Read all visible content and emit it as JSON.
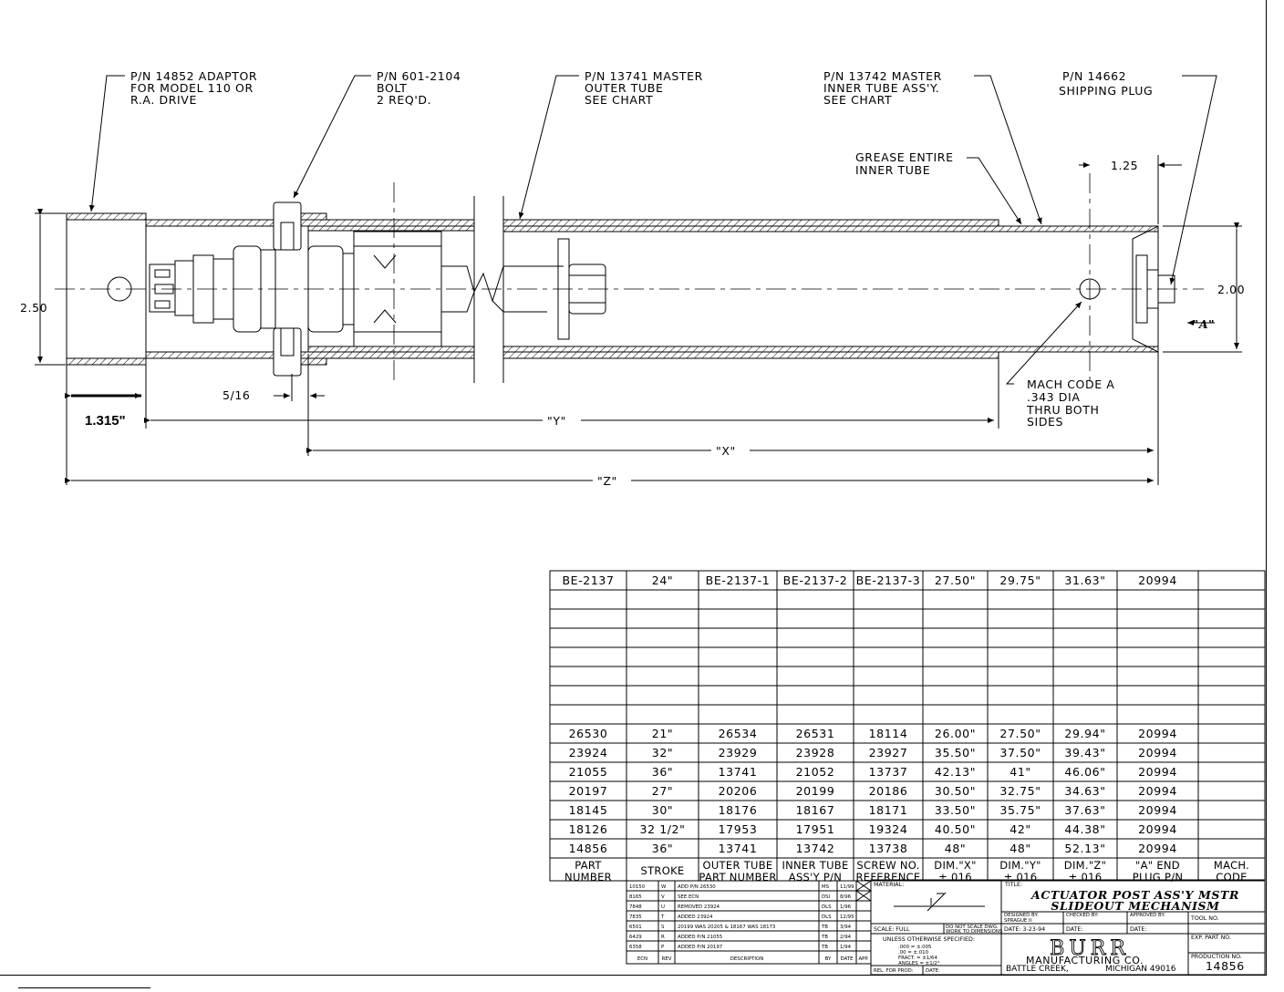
{
  "callouts": {
    "adaptor": [
      "P/N 14852 ADAPTOR",
      "FOR MODEL 110 OR",
      "R.A. DRIVE"
    ],
    "bolt": [
      "P/N 601-2104",
      "BOLT",
      "2 REQ'D."
    ],
    "outer": [
      "P/N 13741 MASTER",
      "OUTER TUBE",
      "SEE CHART"
    ],
    "inner": [
      "P/N 13742 MASTER",
      "INNER TUBE ASS'Y.",
      "SEE CHART"
    ],
    "plug": [
      "P/N 14662",
      "SHIPPING PLUG"
    ],
    "grease": [
      "GREASE ENTIRE",
      "INNER TUBE"
    ],
    "mach": [
      "MACH CODE A",
      ".343 DIA",
      "THRU BOTH",
      "SIDES"
    ]
  },
  "dims": {
    "d250": "2.50",
    "d200": "2.00",
    "d125": "1.25",
    "d516": "5/16",
    "d1315": "1.315\"",
    "y": "\"Y\"",
    "x": "\"X\"",
    "z": "\"Z\"",
    "a": "\"A\""
  },
  "table": {
    "rows": [
      [
        "BE-2137",
        "24\"",
        "BE-2137-1",
        "BE-2137-2",
        "BE-2137-3",
        "27.50\"",
        "29.75\"",
        "31.63\"",
        "20994",
        ""
      ],
      [
        "",
        "",
        "",
        "",
        "",
        "",
        "",
        "",
        "",
        ""
      ],
      [
        "",
        "",
        "",
        "",
        "",
        "",
        "",
        "",
        "",
        ""
      ],
      [
        "",
        "",
        "",
        "",
        "",
        "",
        "",
        "",
        "",
        ""
      ],
      [
        "",
        "",
        "",
        "",
        "",
        "",
        "",
        "",
        "",
        ""
      ],
      [
        "",
        "",
        "",
        "",
        "",
        "",
        "",
        "",
        "",
        ""
      ],
      [
        "",
        "",
        "",
        "",
        "",
        "",
        "",
        "",
        "",
        ""
      ],
      [
        "",
        "",
        "",
        "",
        "",
        "",
        "",
        "",
        "",
        ""
      ],
      [
        "26530",
        "21\"",
        "26534",
        "26531",
        "18114",
        "26.00\"",
        "27.50\"",
        "29.94\"",
        "20994",
        ""
      ],
      [
        "23924",
        "32\"",
        "23929",
        "23928",
        "23927",
        "35.50\"",
        "37.50\"",
        "39.43\"",
        "20994",
        ""
      ],
      [
        "21055",
        "36\"",
        "13741",
        "21052",
        "13737",
        "42.13\"",
        "41\"",
        "46.06\"",
        "20994",
        ""
      ],
      [
        "20197",
        "27\"",
        "20206",
        "20199",
        "20186",
        "30.50\"",
        "32.75\"",
        "34.63\"",
        "20994",
        ""
      ],
      [
        "18145",
        "30\"",
        "18176",
        "18167",
        "18171",
        "33.50\"",
        "35.75\"",
        "37.63\"",
        "20994",
        ""
      ],
      [
        "18126",
        "32 1/2\"",
        "17953",
        "17951",
        "19324",
        "40.50\"",
        "42\"",
        "44.38\"",
        "20994",
        ""
      ],
      [
        "14856",
        "36\"",
        "13741",
        "13742",
        "13738",
        "48\"",
        "48\"",
        "52.13\"",
        "20994",
        ""
      ]
    ],
    "headers": [
      [
        "PART",
        "NUMBER"
      ],
      [
        "STROKE",
        ""
      ],
      [
        "OUTER TUBE",
        "PART NUMBER"
      ],
      [
        "INNER TUBE",
        "ASS'Y P/N"
      ],
      [
        "SCREW NO.",
        "REFERENCE"
      ],
      [
        "DIM.\"X\"",
        "±.016"
      ],
      [
        "DIM.\"Y\"",
        "±.016"
      ],
      [
        "DIM.\"Z\"",
        "±.016"
      ],
      [
        "\"A\" END",
        "PLUG P/N"
      ],
      [
        "MACH.",
        "CODE"
      ]
    ]
  },
  "revisions": [
    [
      "10150",
      "W",
      "ADD P/N 26530",
      "MS",
      "11/99"
    ],
    [
      "8165",
      "V",
      "SEE ECN",
      "DSI",
      "8/96"
    ],
    [
      "7848",
      "U",
      "REMOVED 23924",
      "DLS",
      "1/96"
    ],
    [
      "7835",
      "T",
      "ADDED 23924",
      "DLS",
      "12/95"
    ],
    [
      "6501",
      "S",
      "20199 WAS 20205 & 18167 WAS 18173",
      "TB",
      "3/94"
    ],
    [
      "6429",
      "R",
      "ADDED P/N 21055",
      "TB",
      "2/94"
    ],
    [
      "6358",
      "P",
      "ADDED P/N 20197",
      "TB",
      "1/94"
    ]
  ],
  "rev_headers": [
    "ECN",
    "REV",
    "DESCRIPTION",
    "BY",
    "DATE",
    "APP."
  ],
  "title_block": {
    "material_label": "MATERIAL:",
    "title_label": "TITLE:",
    "title1": "ACTUATOR POST ASS'Y MSTR",
    "title2": "SLIDEOUT MECHANISM",
    "designed_label": "DESIGNED BY:",
    "designed": "SPRAGUE II",
    "checked_label": "CHECKED BY:",
    "approved_label": "APPROVED BY:",
    "tool_label": "TOOL NO.",
    "scale": "SCALE: FULL",
    "no_scale": "DO NOT SCALE DWG.",
    "work_dims": "WORK TO DIMENSIONS",
    "date_label": "DATE: 3-23-94",
    "date2": "DATE:",
    "date3": "DATE:",
    "exp_label": "EXP. PART NO.",
    "unless": "UNLESS OTHERWISE SPECIFIED:",
    "tol1": ".000  = ±.005",
    ".tol2": "",
    "tol2": ".00   = ±.010",
    "tol3": "FRACT. = ±1/64",
    "tol4": "ANGLES = ±1/2°",
    "rel_label": "REL. FOR PROD:",
    "rel_date": "DATE:",
    "company": "BURR",
    "company2": "MANUFACTURING CO.",
    "city": "BATTLE CREEK,",
    "state": "MICHIGAN 49016",
    "prod_label": "PRODUCTION NO.",
    "prod_no": "14856"
  }
}
